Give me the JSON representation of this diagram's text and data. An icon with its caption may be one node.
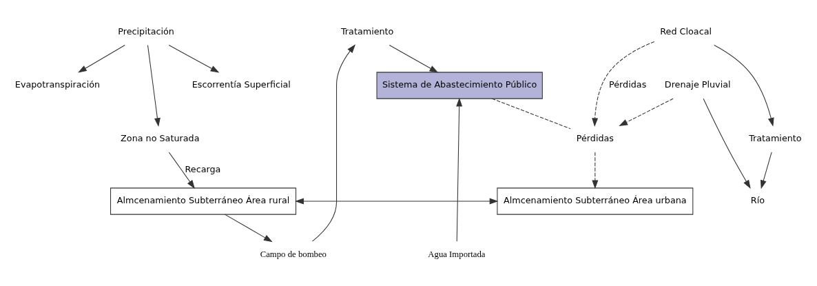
{
  "diagram": {
    "nodes": [
      {
        "text": [
          "Precipitación"
        ]
      },
      {
        "text": [
          "Escorrentía Superficial"
        ]
      },
      {
        "text": [
          "Evapotranspiración"
        ]
      },
      {
        "text": [
          "Zona no Saturada"
        ]
      },
      {
        "text": [
          "Almcenamiento Subterráneo Área rural"
        ]
      },
      {
        "text": [
          "Campo de bombeo"
        ]
      },
      {
        "text": [
          "Agua Importada"
        ]
      },
      {
        "text": [
          "Tratamiento"
        ]
      },
      {
        "text": [
          "Sistema de Abastecimiento Público"
        ]
      },
      {
        "text": [
          "Pérdidas"
        ]
      },
      {
        "text": [
          "Almcenamiento Subterráneo Área urbana"
        ]
      },
      {
        "text": [
          "Drenaje Pluvial"
        ]
      },
      {
        "text": [
          "Red Cloacal"
        ]
      },
      {
        "text": [
          "Tratamiento"
        ]
      },
      {
        "text": [
          "Río"
        ]
      }
    ],
    "edges": [
      {
        "from": 0,
        "to": 1,
        "arrow": "to"
      },
      {
        "from": 0,
        "to": 2,
        "arrow": "to"
      },
      {
        "from": 0,
        "to": 3,
        "arrow": "to"
      },
      {
        "from": 3,
        "to": 4,
        "arrow": "to",
        "label": "Recarga"
      },
      {
        "from": 4,
        "to": 5,
        "arrow": "to"
      },
      {
        "from": 4,
        "to": 10,
        "arrow": "both"
      },
      {
        "from": 5,
        "to": 7,
        "arrow": "to"
      },
      {
        "from": 7,
        "to": 8,
        "arrow": "to"
      },
      {
        "from": 6,
        "to": 8,
        "arrow": "to"
      },
      {
        "from": 8,
        "to": 9,
        "arrow": "none",
        "style": "dashed"
      },
      {
        "from": 9,
        "to": 10,
        "arrow": "to",
        "style": "dashed"
      },
      {
        "from": 12,
        "to": 9,
        "arrow": "to",
        "style": "dashed",
        "label": "Pérdidas"
      },
      {
        "from": 11,
        "to": 9,
        "arrow": "to",
        "style": "dashed"
      },
      {
        "from": 12,
        "to": 13,
        "arrow": "to"
      },
      {
        "from": 13,
        "to": 14,
        "arrow": "to"
      },
      {
        "from": 11,
        "to": 14,
        "arrow": "to"
      }
    ]
  }
}
